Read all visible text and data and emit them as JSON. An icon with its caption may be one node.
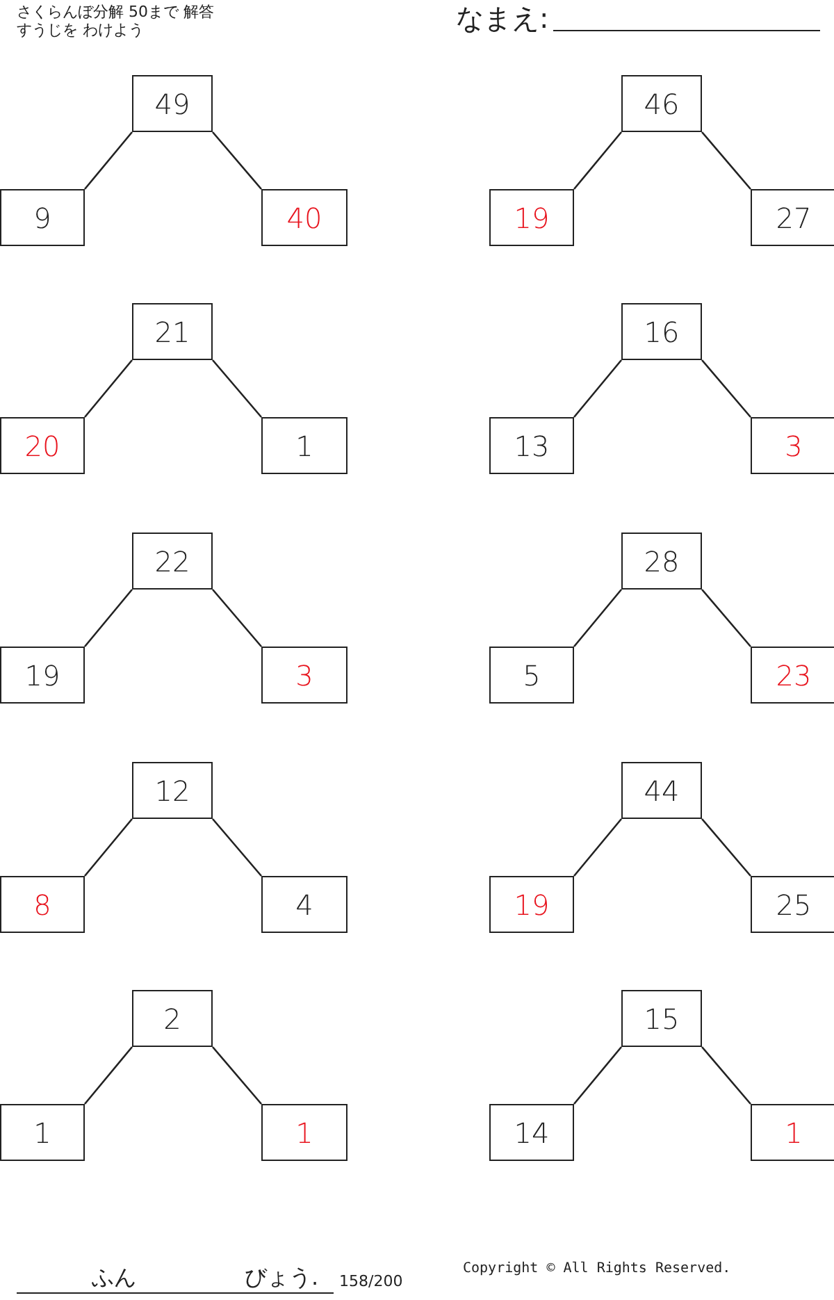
{
  "diagram": {
    "title": "さくらんぼ分解 50まで 解答",
    "nodes": [
      {
        "text": [
          "49"
        ]
      },
      {
        "text": [
          "9"
        ]
      },
      {
        "text": [
          "40"
        ]
      },
      {
        "text": [
          "46"
        ]
      },
      {
        "text": [
          "19"
        ]
      },
      {
        "text": [
          "27"
        ]
      },
      {
        "text": [
          "21"
        ]
      },
      {
        "text": [
          "20"
        ]
      },
      {
        "text": [
          "1"
        ]
      },
      {
        "text": [
          "16"
        ]
      },
      {
        "text": [
          "13"
        ]
      },
      {
        "text": [
          "3"
        ]
      },
      {
        "text": [
          "22"
        ]
      },
      {
        "text": [
          "19"
        ]
      },
      {
        "text": [
          "3"
        ]
      },
      {
        "text": [
          "28"
        ]
      },
      {
        "text": [
          "5"
        ]
      },
      {
        "text": [
          "23"
        ]
      },
      {
        "text": [
          "12"
        ]
      },
      {
        "text": [
          "8"
        ]
      },
      {
        "text": [
          "4"
        ]
      },
      {
        "text": [
          "44"
        ]
      },
      {
        "text": [
          "19"
        ]
      },
      {
        "text": [
          "25"
        ]
      },
      {
        "text": [
          "2"
        ]
      },
      {
        "text": [
          "1"
        ]
      },
      {
        "text": [
          "1"
        ]
      },
      {
        "text": [
          "15"
        ]
      },
      {
        "text": [
          "14"
        ]
      },
      {
        "text": [
          "1"
        ]
      }
    ],
    "edges": [
      {
        "from": 0,
        "to": 1,
        "arrow": "none"
      },
      {
        "from": 0,
        "to": 2,
        "arrow": "none"
      },
      {
        "from": 3,
        "to": 4,
        "arrow": "none"
      },
      {
        "from": 3,
        "to": 5,
        "arrow": "none"
      },
      {
        "from": 6,
        "to": 7,
        "arrow": "none"
      },
      {
        "from": 6,
        "to": 8,
        "arrow": "none"
      },
      {
        "from": 9,
        "to": 10,
        "arrow": "none"
      },
      {
        "from": 9,
        "to": 11,
        "arrow": "none"
      },
      {
        "from": 12,
        "to": 13,
        "arrow": "none"
      },
      {
        "from": 12,
        "to": 14,
        "arrow": "none"
      },
      {
        "from": 15,
        "to": 16,
        "arrow": "none"
      },
      {
        "from": 15,
        "to": 17,
        "arrow": "none"
      },
      {
        "from": 18,
        "to": 19,
        "arrow": "none"
      },
      {
        "from": 18,
        "to": 20,
        "arrow": "none"
      },
      {
        "from": 21,
        "to": 22,
        "arrow": "none"
      },
      {
        "from": 21,
        "to": 23,
        "arrow": "none"
      },
      {
        "from": 24,
        "to": 25,
        "arrow": "none"
      },
      {
        "from": 24,
        "to": 26,
        "arrow": "none"
      },
      {
        "from": 27,
        "to": 28,
        "arrow": "none"
      },
      {
        "from": 27,
        "to": 29,
        "arrow": "none"
      }
    ],
    "labels": [
      "すうじを わけよう",
      "なまえ:",
      "ふん",
      "びょう.",
      "158/200",
      "Copyright © All Rights Reserved."
    ]
  }
}
